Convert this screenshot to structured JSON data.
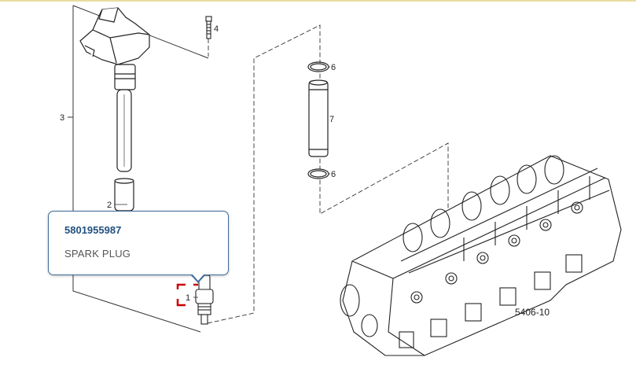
{
  "callouts": {
    "c1": "1",
    "c2": "2",
    "c3": "3",
    "c4": "4",
    "c6a": "6",
    "c6b": "6",
    "c7": "7"
  },
  "figure_code": "5406-10",
  "tooltip": {
    "part_number": "5801955987",
    "part_name": "SPARK PLUG"
  },
  "colors": {
    "line": "#222222",
    "tooltip_border": "#3f6d9a",
    "part_number": "#22507e",
    "selection": "#cc0000",
    "top_border": "#e8dca0"
  }
}
